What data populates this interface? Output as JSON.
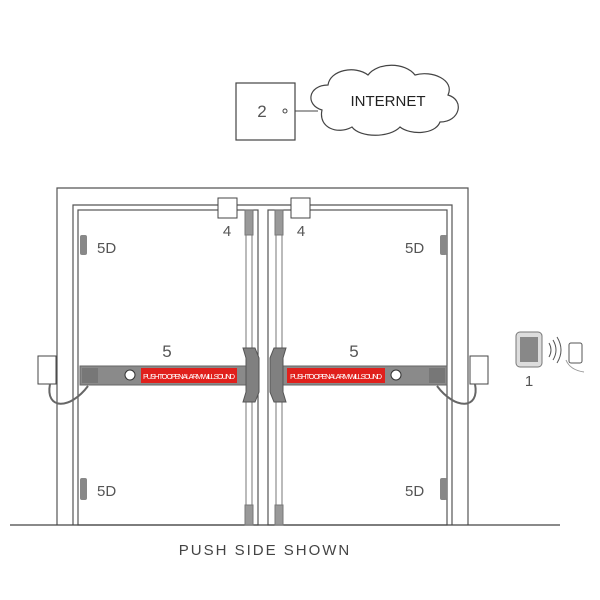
{
  "labels": {
    "controller": "2",
    "internet": "INTERNET",
    "strike_left": "4",
    "strike_right": "4",
    "hinge_tl": "5D",
    "hinge_tr": "5D",
    "hinge_bl": "5D",
    "hinge_br": "5D",
    "bar_left": "5",
    "bar_right": "5",
    "keypad": "1",
    "bar_text_left": "PUSH TO OPEN ALARM WILL SOUND",
    "bar_text_right": "PUSH TO OPEN ALARM WILL SOUND",
    "caption": "PUSH SIDE SHOWN"
  },
  "colors": {
    "bar_label": "#e0201c",
    "bar": "#8a8a8a"
  }
}
